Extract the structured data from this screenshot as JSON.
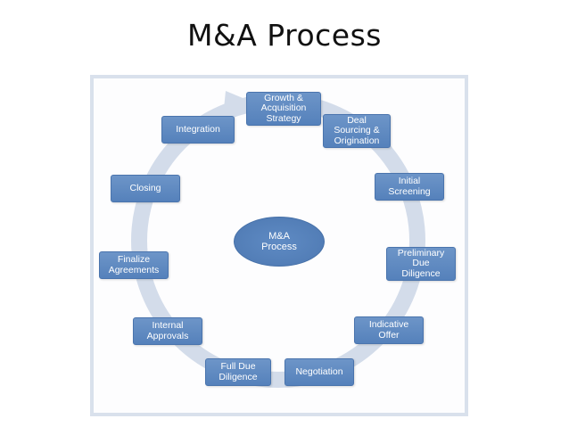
{
  "title": "M&A Process",
  "center": "M&A\nProcess",
  "steps": [
    "Growth &\nAcquisition\nStrategy",
    "Deal\nSourcing &\nOrigination",
    "Initial\nScreening",
    "Preliminary\nDue\nDiligence",
    "Indicative\nOffer",
    "Negotiation",
    "Full Due\nDiligence",
    "Internal\nApprovals",
    "Finalize\nAgreements",
    "Closing",
    "Integration"
  ],
  "colors": {
    "box_fill": "#5e88c0",
    "arrow_fill": "#d3dcea",
    "frame_border": "#d9e1ec"
  }
}
